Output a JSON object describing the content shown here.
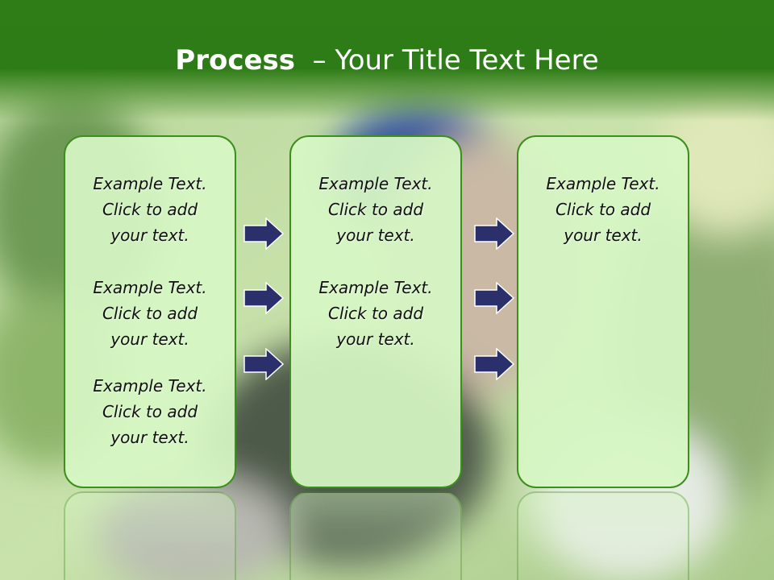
{
  "title": {
    "bold": "Process",
    "rest": "– Your Title Text Here"
  },
  "columns": [
    {
      "items": [
        [
          "Example Text.",
          "Click  to add",
          "your text."
        ],
        [
          "Example Text.",
          "Click  to add",
          "your text."
        ],
        [
          "Example Text.",
          "Click  to add",
          "your text."
        ]
      ]
    },
    {
      "items": [
        [
          "Example Text.",
          "Click  to add",
          "your text."
        ],
        [
          "Example Text.",
          "Click  to add",
          "your text."
        ]
      ]
    },
    {
      "items": [
        [
          "Example Text.",
          "Click  to add",
          "your text."
        ]
      ]
    }
  ],
  "colors": {
    "header": "#2e7c17",
    "box_fill": "#d6f6c4",
    "box_border": "#3e8e1e",
    "arrow": "#2b2f6b"
  },
  "icons": [
    "arrow-right-icon"
  ]
}
